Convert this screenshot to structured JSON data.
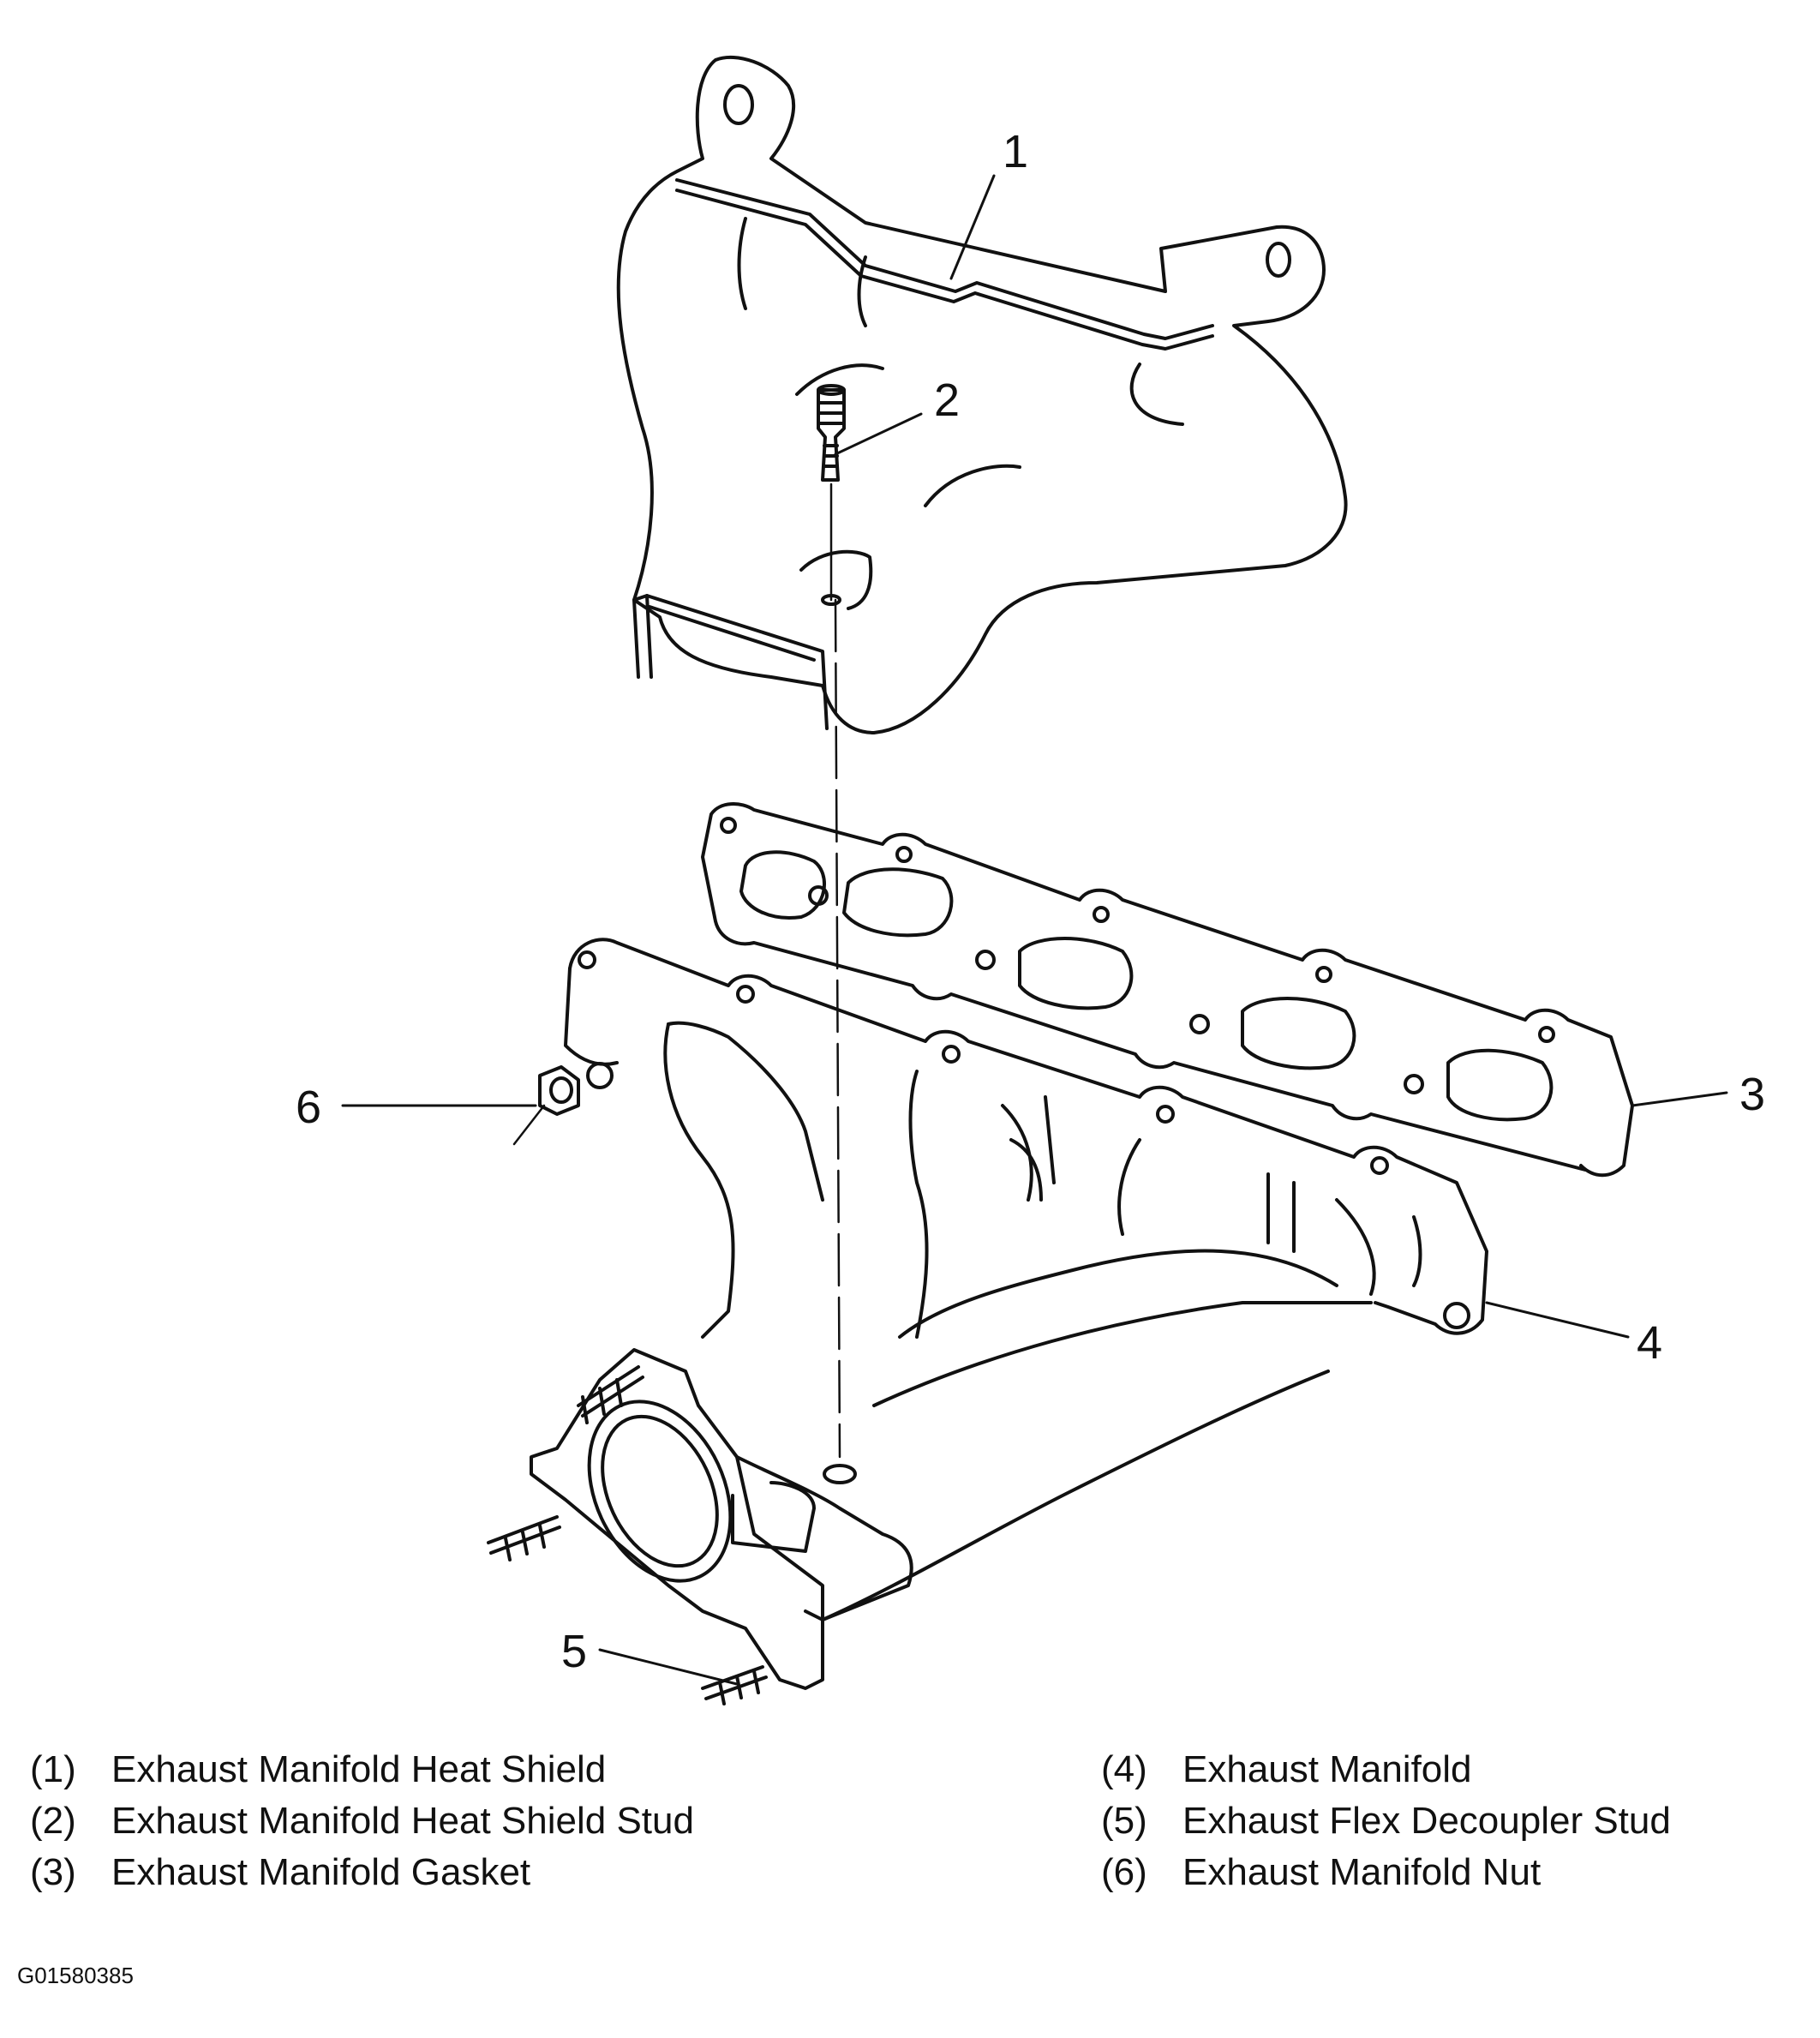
{
  "diagram": {
    "callouts": [
      "1",
      "2",
      "3",
      "4",
      "5",
      "6"
    ],
    "legend": [
      {
        "num": "(1)",
        "label": "Exhaust Manifold Heat Shield"
      },
      {
        "num": "(2)",
        "label": "Exhaust Manifold Heat Shield Stud"
      },
      {
        "num": "(3)",
        "label": "Exhaust Manifold Gasket"
      },
      {
        "num": "(4)",
        "label": "Exhaust Manifold"
      },
      {
        "num": "(5)",
        "label": "Exhaust Flex Decoupler Stud"
      },
      {
        "num": "(6)",
        "label": "Exhaust Manifold Nut"
      }
    ],
    "figure_id": "G01580385"
  }
}
